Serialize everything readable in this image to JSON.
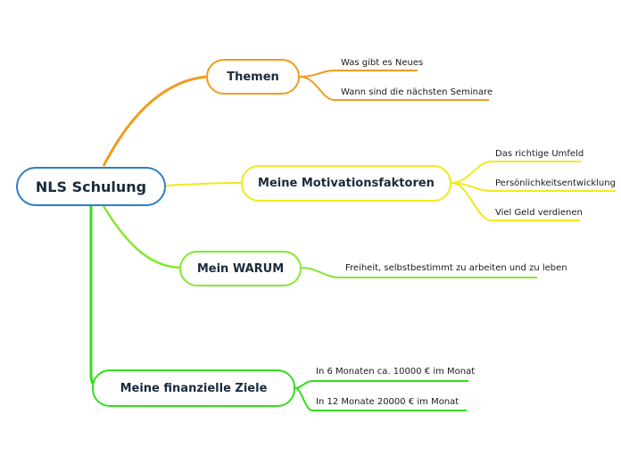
{
  "central": {
    "label": "NLS Schulung",
    "border_color": "#2d7fc0"
  },
  "branches": [
    {
      "label": "Themen",
      "color": "#f39a1e",
      "children": [
        "Was gibt es Neues",
        "Wann sind die nächsten Seminare"
      ]
    },
    {
      "label": "Meine Motivationsfaktoren",
      "color": "#f0ea1c",
      "children": [
        "Das richtige Umfeld",
        "Persönlichkeitsentwicklung",
        "Viel Geld verdienen"
      ]
    },
    {
      "label": "Mein WARUM",
      "color": "#84e830",
      "children": [
        "Freiheit, selbstbestimmt zu arbeiten und zu leben"
      ]
    },
    {
      "label": "Meine finanzielle Ziele",
      "color": "#31e01a",
      "children": [
        "In 6 Monaten ca. 10000 € im Monat",
        "In 12 Monate 20000 € im Monat"
      ]
    }
  ]
}
